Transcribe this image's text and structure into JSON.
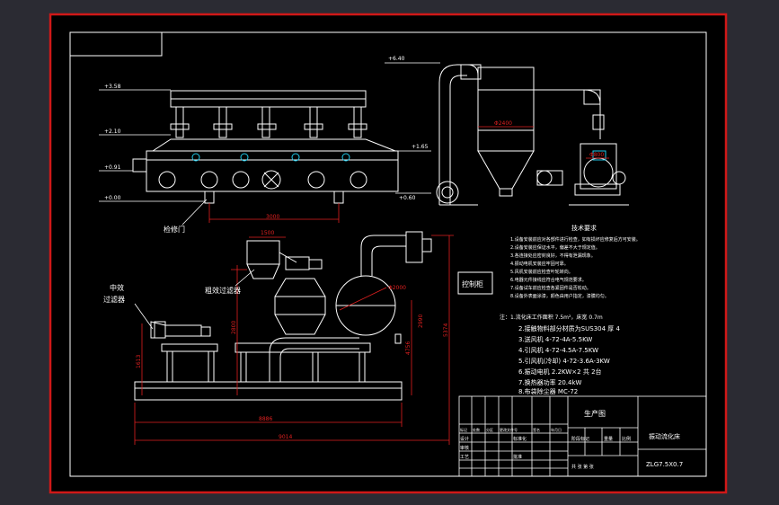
{
  "colors": {
    "frame_bg": "#2b2b33",
    "border_red": "#d01818",
    "sheet_bg": "#000000",
    "line_white": "#ffffff",
    "dim_red": "#e02020",
    "cyan": "#20c8e8"
  },
  "elevations": [
    "+3.58",
    "+2.10",
    "+0.91",
    "+0.00",
    "+0.60",
    "+1.65",
    "+6.40"
  ],
  "dimensions": {
    "bed_length": "3000",
    "cyclone_dia": "Φ2400",
    "cyclone_small": "Φ800",
    "base_width": "1500",
    "vessel_dia": "Φ2000",
    "height_a": "2800",
    "height_b": "2990",
    "height_c": "4756",
    "height_d": "5374",
    "height_e": "1613",
    "width_a": "8886",
    "width_b": "9014"
  },
  "labels": {
    "inspection_door": "检修门",
    "secondary_filter_a": "中效",
    "secondary_filter_b": "过滤器",
    "coarse_filter": "粗效过滤器",
    "control_cabinet": "控制柜"
  },
  "tech_requirements": {
    "title": "技术要求",
    "items": [
      "1.设备安装前应对各部件进行检查，如有损坏应修复后方可安装。",
      "2.设备安装应保证水平，偏差不大于规定值。",
      "3.各连接处应密封良好，不得有泄漏现象。",
      "4.振动电机安装应牢固可靠。",
      "5.风机安装前应检查叶轮转向。",
      "6.电器元件接线应符合电气规范要求。",
      "7.设备试车前应检查各紧固件是否松动。",
      "8.设备外表面涂漆，颜色由用户指定，漆膜均匀。"
    ]
  },
  "notes": {
    "title": "注：1.流化床工作面积 7.5m²，床宽 0.7m",
    "items": [
      "2.接触物料部分材质为SUS304  厚 4",
      "3.送风机 4-72-4A-5.5KW",
      "4.引风机 4-72-4.5A-7.5KW",
      "5.引风机(冷却) 4-72-3.6A-3KW",
      "6.振动电机 2.2KW×2       共 2台",
      "7.换热器功率 20.4kW",
      "8.布袋除尘器 MC-72"
    ]
  },
  "title_block": {
    "stage": "生产图",
    "product_name": "振动流化床",
    "model": "ZLG7.5X0.7",
    "rows": [
      "标记",
      "处数",
      "分区",
      "更改文件号",
      "签名",
      "年月日"
    ],
    "design": "设计",
    "standard": "标准化",
    "review": "审核",
    "process": "工艺",
    "approve": "批准",
    "stage_mark": "阶段标记",
    "weight": "重量",
    "scale": "比例",
    "sheets": "共 张 第 张"
  }
}
